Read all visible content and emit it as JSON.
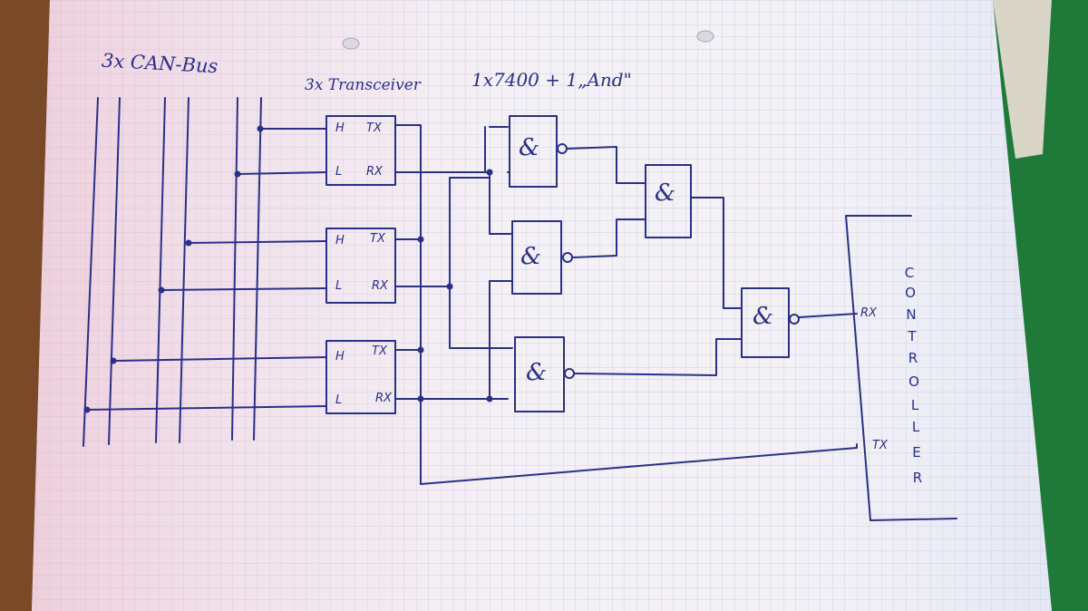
{
  "title_bus": "3x CAN-Bus",
  "title_transceivers": "3x Transceiver",
  "title_logic": "1x7400 + 1„And\"",
  "transceivers": [
    {
      "pin_h": "H",
      "pin_l": "L",
      "pin_tx": "TX",
      "pin_rx": "RX"
    },
    {
      "pin_h": "H",
      "pin_l": "L",
      "pin_tx": "TX",
      "pin_rx": "RX"
    },
    {
      "pin_h": "H",
      "pin_l": "L",
      "pin_tx": "TX",
      "pin_rx": "RX"
    }
  ],
  "gate_symbol": "&",
  "controller": {
    "label": "CONTROLLER",
    "letters": [
      "C",
      "O",
      "N",
      "T",
      "R",
      "O",
      "L",
      "L",
      "E",
      "R"
    ],
    "pin_rx": "RX",
    "pin_tx": "TX"
  },
  "colors": {
    "ink": "#2a2f8a",
    "paper": "#f4f1f6",
    "grid": "#b9c3d8",
    "desk": "#7a4a28",
    "folder": "#1f7a3a"
  }
}
